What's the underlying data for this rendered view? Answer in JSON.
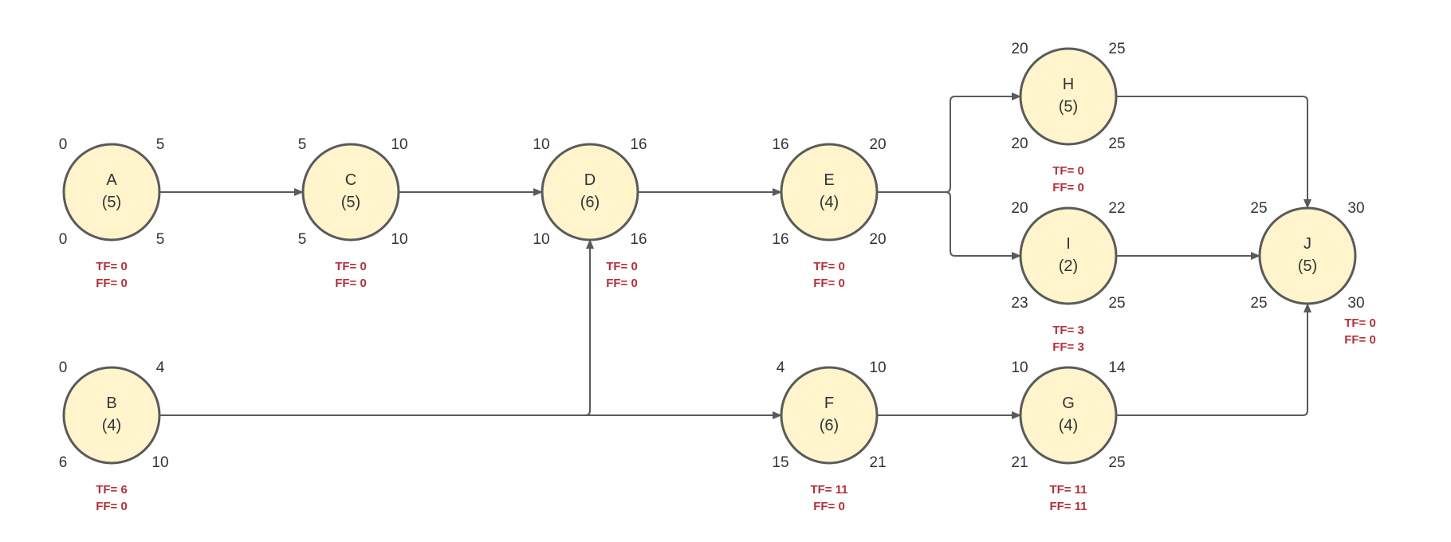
{
  "colors": {
    "node_fill": "#fff4cc",
    "node_stroke": "#5a5a5a",
    "edge": "#5a5a5a",
    "text": "#333333",
    "float_text": "#b3313a"
  },
  "nodes": [
    {
      "id": "A",
      "name": "A",
      "duration": "(5)",
      "es": "0",
      "ef": "5",
      "ls": "0",
      "lf": "5",
      "tf": "TF= 0",
      "ff": "FF= 0"
    },
    {
      "id": "B",
      "name": "B",
      "duration": "(4)",
      "es": "0",
      "ef": "4",
      "ls": "6",
      "lf": "10",
      "tf": "TF= 6",
      "ff": "FF= 0"
    },
    {
      "id": "C",
      "name": "C",
      "duration": "(5)",
      "es": "5",
      "ef": "10",
      "ls": "5",
      "lf": "10",
      "tf": "TF= 0",
      "ff": "FF= 0"
    },
    {
      "id": "D",
      "name": "D",
      "duration": "(6)",
      "es": "10",
      "ef": "16",
      "ls": "10",
      "lf": "16",
      "tf": "TF= 0",
      "ff": "FF= 0"
    },
    {
      "id": "E",
      "name": "E",
      "duration": "(4)",
      "es": "16",
      "ef": "20",
      "ls": "16",
      "lf": "20",
      "tf": "TF= 0",
      "ff": "FF= 0"
    },
    {
      "id": "F",
      "name": "F",
      "duration": "(6)",
      "es": "4",
      "ef": "10",
      "ls": "15",
      "lf": "21",
      "tf": "TF= 11",
      "ff": "FF= 0"
    },
    {
      "id": "G",
      "name": "G",
      "duration": "(4)",
      "es": "10",
      "ef": "14",
      "ls": "21",
      "lf": "25",
      "tf": "TF= 11",
      "ff": "FF= 11"
    },
    {
      "id": "H",
      "name": "H",
      "duration": "(5)",
      "es": "20",
      "ef": "25",
      "ls": "20",
      "lf": "25",
      "tf": "TF= 0",
      "ff": "FF= 0"
    },
    {
      "id": "I",
      "name": "I",
      "duration": "(2)",
      "es": "20",
      "ef": "22",
      "ls": "23",
      "lf": "25",
      "tf": "TF= 3",
      "ff": "FF= 3"
    },
    {
      "id": "J",
      "name": "J",
      "duration": "(5)",
      "es": "25",
      "ef": "30",
      "ls": "25",
      "lf": "30",
      "tf": "TF= 0",
      "ff": "FF= 0"
    }
  ],
  "edges": [
    {
      "from": "A",
      "to": "C"
    },
    {
      "from": "C",
      "to": "D"
    },
    {
      "from": "D",
      "to": "E"
    },
    {
      "from": "B",
      "to": "D"
    },
    {
      "from": "B",
      "to": "F"
    },
    {
      "from": "E",
      "to": "H"
    },
    {
      "from": "E",
      "to": "I"
    },
    {
      "from": "F",
      "to": "G"
    },
    {
      "from": "H",
      "to": "J"
    },
    {
      "from": "I",
      "to": "J"
    },
    {
      "from": "G",
      "to": "J"
    }
  ]
}
